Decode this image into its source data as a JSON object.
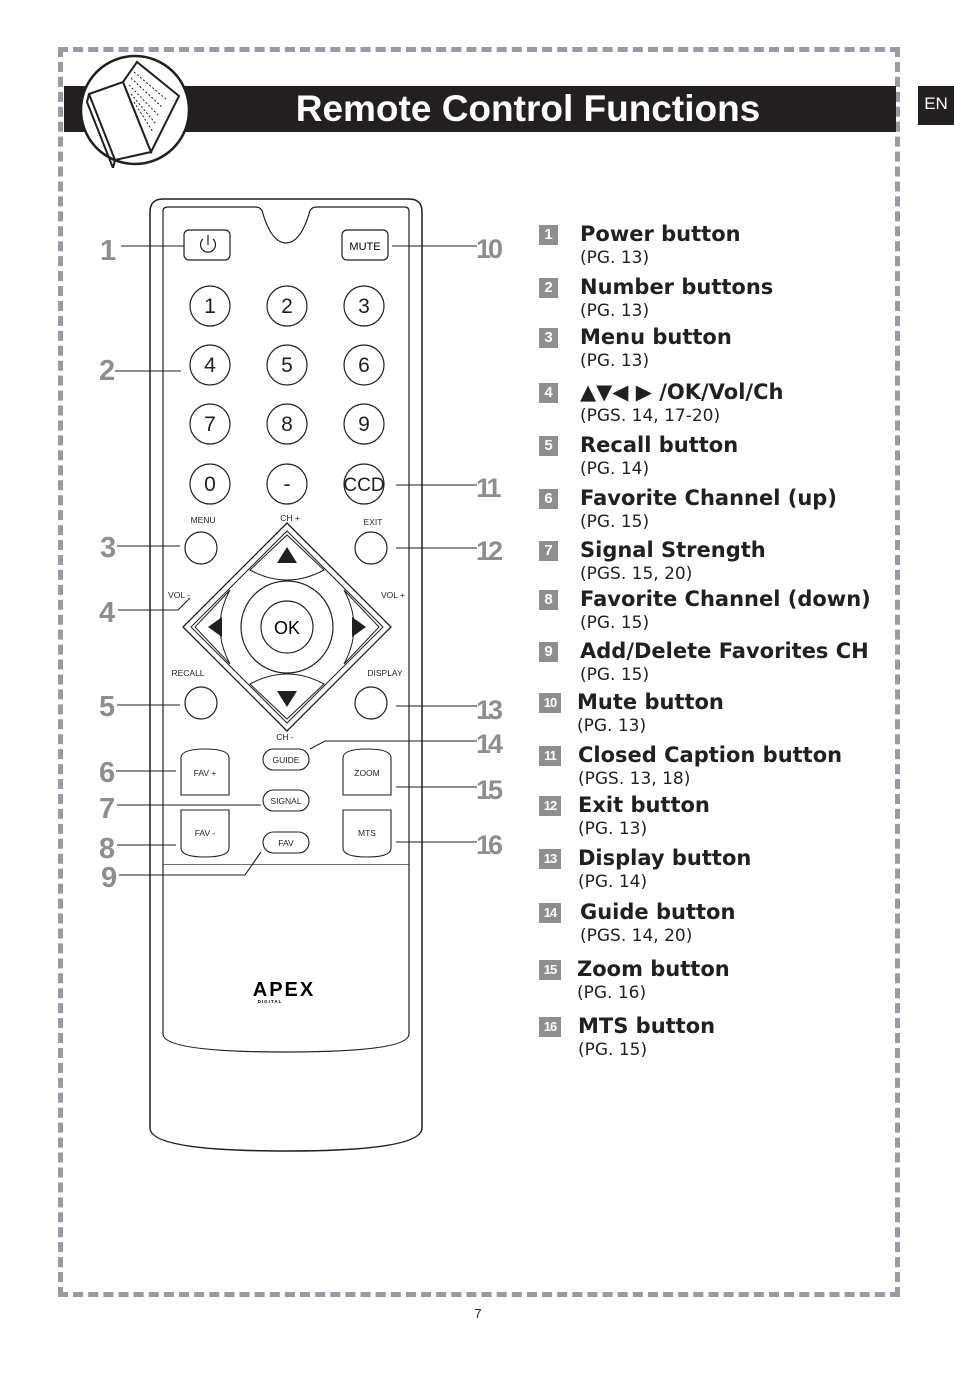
{
  "header": {
    "title": "Remote Control Functions",
    "language_tab": "EN",
    "icon": "open-book-icon"
  },
  "remote": {
    "buttons": {
      "power": "power-icon",
      "mute": "MUTE",
      "digits": [
        "1",
        "2",
        "3",
        "4",
        "5",
        "6",
        "7",
        "8",
        "9",
        "0",
        "-"
      ],
      "ccd": "CCD",
      "menu": "MENU",
      "exit": "EXIT",
      "ch_up": "CH +",
      "ch_down": "CH -",
      "vol_down": "VOL -",
      "vol_up": "VOL +",
      "ok": "OK",
      "recall": "RECALL",
      "display": "DISPLAY",
      "guide": "GUIDE",
      "signal": "SIGNAL",
      "fav": "FAV",
      "fav_up": "FAV +",
      "fav_down": "FAV -",
      "zoom": "ZOOM",
      "mts": "MTS"
    },
    "brand": {
      "name": "APEX",
      "sub": "DIGITAL"
    },
    "callouts": [
      "1",
      "2",
      "3",
      "4",
      "5",
      "6",
      "7",
      "8",
      "9",
      "10",
      "11",
      "12",
      "13",
      "14",
      "15",
      "16"
    ]
  },
  "functions": [
    {
      "num": "1",
      "title": "Power button",
      "page": "(PG. 13)"
    },
    {
      "num": "2",
      "title": "Number buttons",
      "page": "(PG. 13)"
    },
    {
      "num": "3",
      "title": "Menu button",
      "page": "(PG. 13)"
    },
    {
      "num": "4",
      "title": "▲▼◀ ▶ /OK/Vol/Ch",
      "page": "(PGS. 14, 17-20)"
    },
    {
      "num": "5",
      "title": "Recall button",
      "page": "(PG. 14)"
    },
    {
      "num": "6",
      "title": "Favorite Channel (up)",
      "page": "(PG. 15)"
    },
    {
      "num": "7",
      "title": "Signal Strength",
      "page": "(PGS. 15, 20)"
    },
    {
      "num": "8",
      "title": "Favorite Channel (down)",
      "page": "(PG. 15)"
    },
    {
      "num": "9",
      "title": "Add/Delete Favorites CH",
      "page": "(PG. 15)"
    },
    {
      "num": "10",
      "title": "Mute button",
      "page": "(PG. 13)"
    },
    {
      "num": "11",
      "title": "Closed Caption button",
      "page": "(PGS. 13, 18)"
    },
    {
      "num": "12",
      "title": "Exit button",
      "page": "(PG. 13)"
    },
    {
      "num": "13",
      "title": "Display button",
      "page": "(PG. 14)"
    },
    {
      "num": "14",
      "title": "Guide button",
      "page": "(PGS. 14, 20)"
    },
    {
      "num": "15",
      "title": "Zoom button",
      "page": "(PG. 16)"
    },
    {
      "num": "16",
      "title": "MTS button",
      "page": "(PG. 15)"
    }
  ],
  "footer": {
    "page_number": "7"
  }
}
